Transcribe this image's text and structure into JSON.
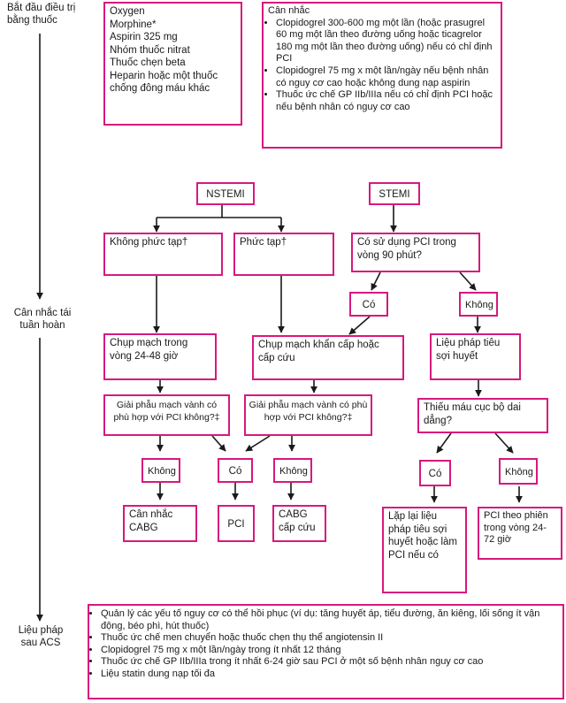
{
  "side_labels": {
    "start": "Bắt đầu điều trị bằng thuốc",
    "revasc": "Cân nhắc tái tuần hoàn",
    "post": "Liệu pháp sau ACS"
  },
  "initial_drugs": [
    "Oxygen",
    "Morphine*",
    "Aspirin 325 mg",
    "Nhóm thuốc nitrat",
    "Thuốc chẹn beta",
    "Heparin hoặc một thuốc chống đông máu khác"
  ],
  "consider": {
    "title": "Cân nhắc",
    "items": [
      "Clopidogrel 300-600 mg một lần (hoặc prasugrel 60 mg một lần theo đường uống hoặc ticagrelor 180 mg một lần theo đường uống) nếu có chỉ định PCI",
      "Clopidogrel 75 mg x một lần/ngày nếu bệnh nhân có nguy cơ cao hoặc không dung nạp aspirin",
      "Thuốc ức chế GP IIb/IIIa nếu có chỉ định PCI hoặc nếu bệnh nhân có nguy cơ cao"
    ]
  },
  "nodes": {
    "nstemi": "NSTEMI",
    "stemi": "STEMI",
    "uncomplicated": "Không phức tạp†",
    "complicated": "Phức tạp†",
    "pci90": "Có sử dụng PCI trong vòng 90 phút?",
    "yes_pci90": "Có",
    "no_pci90": "Không",
    "angio_24_48": "Chụp mạch trong vòng 24-48 giờ",
    "angio_urgent": "Chụp mạch khẩn cấp hoặc cấp cứu",
    "fibrinolysis": "Liệu pháp tiêu sợi huyết",
    "anatomy_left": "Giải phẫu mạch vành có phù hợp với PCI không?‡",
    "anatomy_mid": "Giải phẫu mạch vành có phù hợp với PCI không?‡",
    "persistent_ischemia": "Thiếu máu cục bộ dai dẳng?",
    "no_left": "Không",
    "yes_mid": "Có",
    "no_mid": "Không",
    "yes_right": "Có",
    "no_right": "Không",
    "consider_cabg": "Cân nhắc CABG",
    "pci": "PCI",
    "cabg_urgent": "CABG cấp cứu",
    "repeat_fibrinolysis": "Lặp lại liệu pháp tiêu sợi huyết hoặc làm PCI nếu có",
    "routine_pci": "PCI theo phiên trong vòng 24-72 giờ"
  },
  "post_acs": [
    "Quản lý các yếu tố nguy cơ có thể hồi phục (ví dụ: tăng huyết áp, tiểu đường, ăn kiêng, lối sống ít vận động, béo phì, hút thuốc)",
    "Thuốc ức chế men chuyển hoặc thuốc chẹn thụ thể angiotensin II",
    "Clopidogrel 75 mg x một lần/ngày trong ít nhất 12 tháng",
    "Thuốc ức chế GP IIb/IIIa trong ít nhất 6-24 giờ sau PCI ở một số bệnh nhân nguy cơ cao",
    "Liệu statin dung nạp tối đa"
  ],
  "colors": {
    "border": "#d6197e",
    "line": "#1a1a1a"
  }
}
